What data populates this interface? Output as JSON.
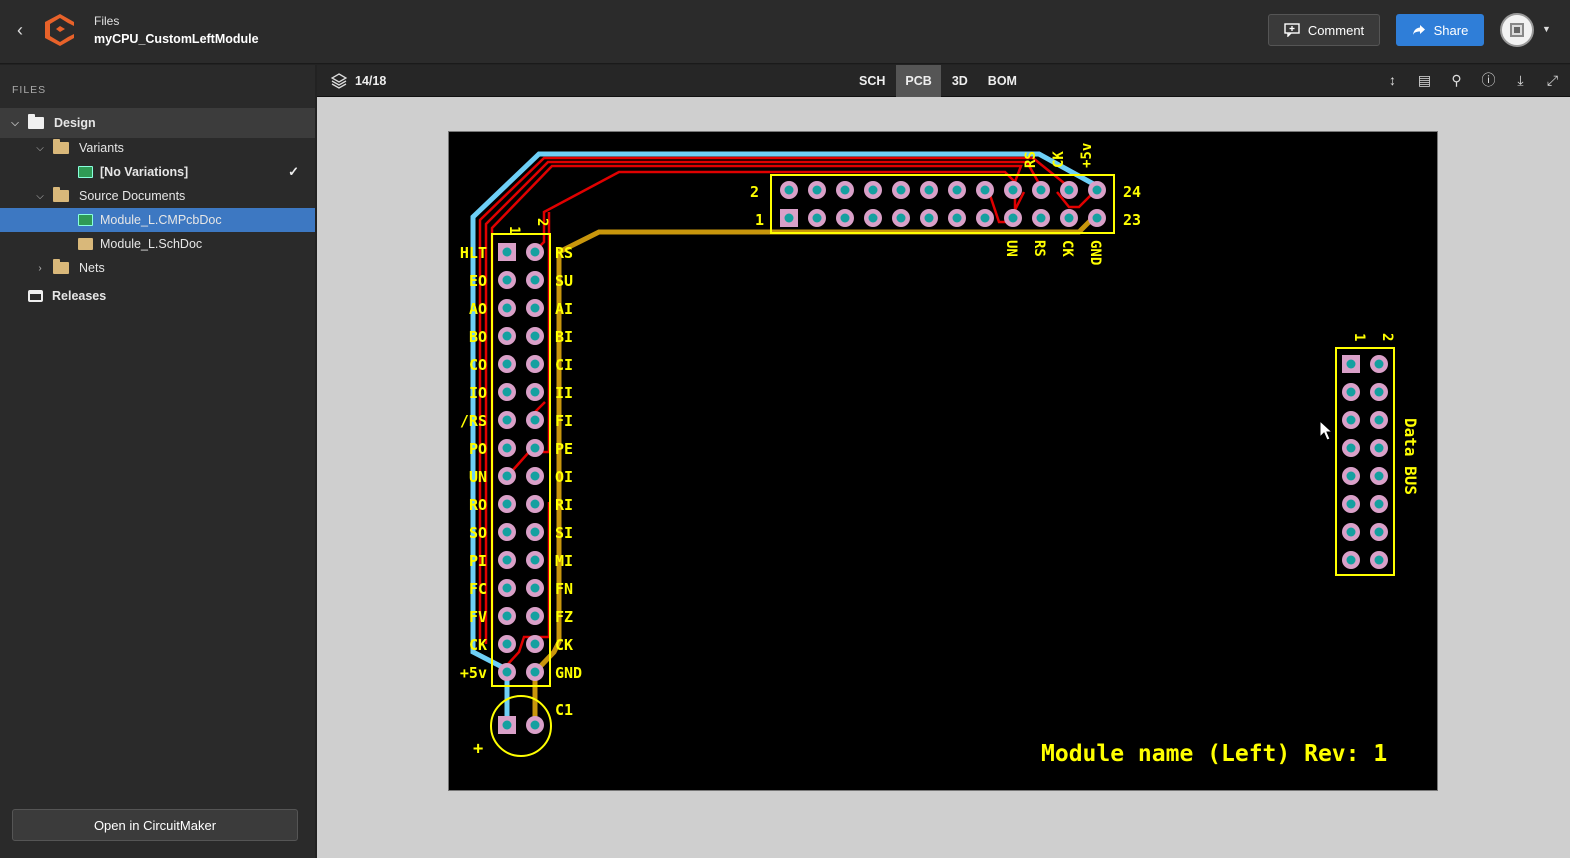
{
  "header": {
    "back_icon": "chevron-left-icon",
    "crumb": "Files",
    "project": "myCPU_CustomLeftModule",
    "comment_label": "Comment",
    "share_label": "Share"
  },
  "sidebar": {
    "heading": "FILES",
    "design_label": "Design",
    "variants_label": "Variants",
    "no_variations_label": "[No Variations]",
    "source_docs_label": "Source Documents",
    "pcb_doc_label": "Module_L.CMPcbDoc",
    "sch_doc_label": "Module_L.SchDoc",
    "nets_label": "Nets",
    "releases_label": "Releases",
    "open_button": "Open in CircuitMaker"
  },
  "toolbar": {
    "layer_count": "14/18",
    "tabs": [
      "SCH",
      "PCB",
      "3D",
      "BOM"
    ],
    "active_tab": "PCB"
  },
  "pcb": {
    "left_header_labels_left": [
      "HLT",
      "EO",
      "AO",
      "BO",
      "CO",
      "IO",
      "/RS",
      "PO",
      "UN",
      "RO",
      "SO",
      "PI",
      "FC",
      "FV",
      "CK",
      "+5v"
    ],
    "left_header_labels_right": [
      "RS",
      "SU",
      "AI",
      "BI",
      "CI",
      "II",
      "FI",
      "PE",
      "OI",
      "RI",
      "SI",
      "MI",
      "FN",
      "FZ",
      "CK",
      "GND"
    ],
    "left_header_pins": [
      "1",
      "2"
    ],
    "top_header_row_labels": [
      "2",
      "1",
      "24",
      "23"
    ],
    "top_header_top_labels": [
      "RS",
      "CK",
      "+5v"
    ],
    "top_header_bottom_labels": [
      "UN",
      "RS",
      "CK",
      "GND"
    ],
    "data_bus_pins": [
      "1",
      "2"
    ],
    "data_bus_label": "Data BUS",
    "cap_label": "C1",
    "cap_plus": "+",
    "module_name": "Module name (Left) Rev: 1"
  },
  "colors": {
    "accent": "#2f7ed8",
    "selection": "#3d78c2",
    "silkscreen": "#ffff00",
    "top_copper": "#e00000",
    "blue_trace": "#6ecff6",
    "bottom_copper": "#c8960c",
    "pad_ring": "#d9a0c8",
    "pad_hole": "#14a0a0"
  }
}
